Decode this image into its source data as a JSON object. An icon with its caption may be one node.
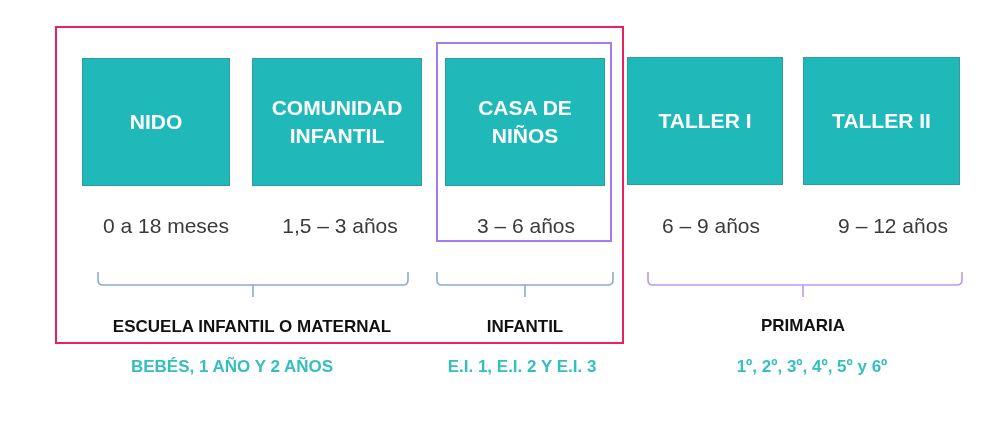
{
  "diagram": {
    "nodes": [
      {
        "text": [],
        "shape": "box"
      },
      {
        "text": [
          "NIDO"
        ],
        "in": 0,
        "beside": [
          "0 a 18 meses"
        ]
      },
      {
        "text": [
          "COMUNIDAD INFANTIL"
        ],
        "in": 0,
        "beside": [
          "1,5 – 3 años"
        ]
      },
      {
        "text": [],
        "shape": "box",
        "in": 0
      },
      {
        "text": [
          "CASA DE NIÑOS"
        ],
        "in": 3,
        "beside": [
          "3 – 6 años"
        ]
      },
      {
        "text": [
          "TALLER I"
        ],
        "beside": [
          "6 – 9 años"
        ]
      },
      {
        "text": [
          "TALLER II"
        ],
        "beside": [
          "9 – 12 años"
        ]
      }
    ],
    "labels": [
      "ESCUELA INFANTIL O MATERNAL",
      "INFANTIL",
      "PRIMARIA",
      "BEBÉS, 1 AÑO Y 2 AÑOS",
      "E.I. 1, E.I. 2 Y E.I. 3",
      "1º, 2º, 3º, 4º, 5º y 6º"
    ]
  }
}
